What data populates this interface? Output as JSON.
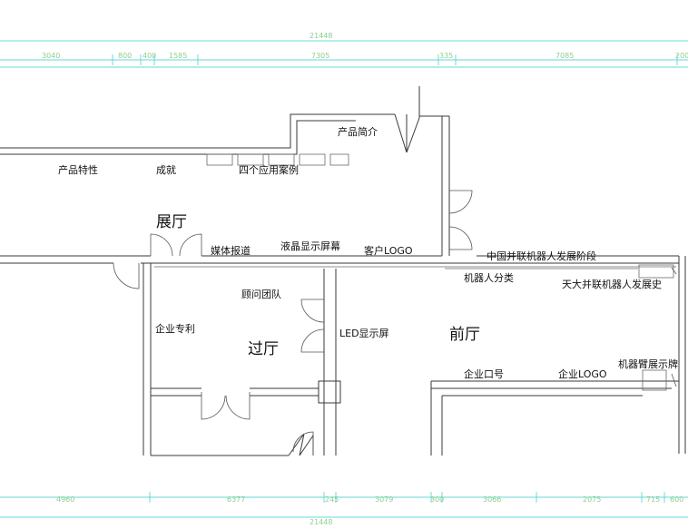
{
  "dimensions": {
    "top_total": "21448",
    "top_segments": [
      "3040",
      "800",
      "400",
      "1585",
      "7305",
      "335",
      "7085",
      "200"
    ],
    "bottom_total": "21448",
    "bottom_segments": [
      "4960",
      "6377",
      "245",
      "3079",
      "300",
      "3066",
      "2075",
      "715",
      "600"
    ]
  },
  "rooms": {
    "exhibition_hall": "展厅",
    "passage_hall": "过厅",
    "front_hall": "前厅"
  },
  "labels": {
    "product_intro": "产品简介",
    "product_features": "产品特性",
    "achievements": "成就",
    "four_cases": "四个应用案例",
    "media_reports": "媒体报道",
    "lcd_screen": "液晶显示屏幕",
    "client_logo": "客户LOGO",
    "robot_history": "中国并联机器人发展阶段",
    "robot_category": "机器人分类",
    "tianda_history": "天大并联机器人发展史",
    "consultant_team": "顾问团队",
    "patents": "企业专利",
    "led_screen": "LED显示屏",
    "slogan": "企业口号",
    "company_logo": "企业LOGO",
    "arm_sign": "机器臂展示牌"
  }
}
